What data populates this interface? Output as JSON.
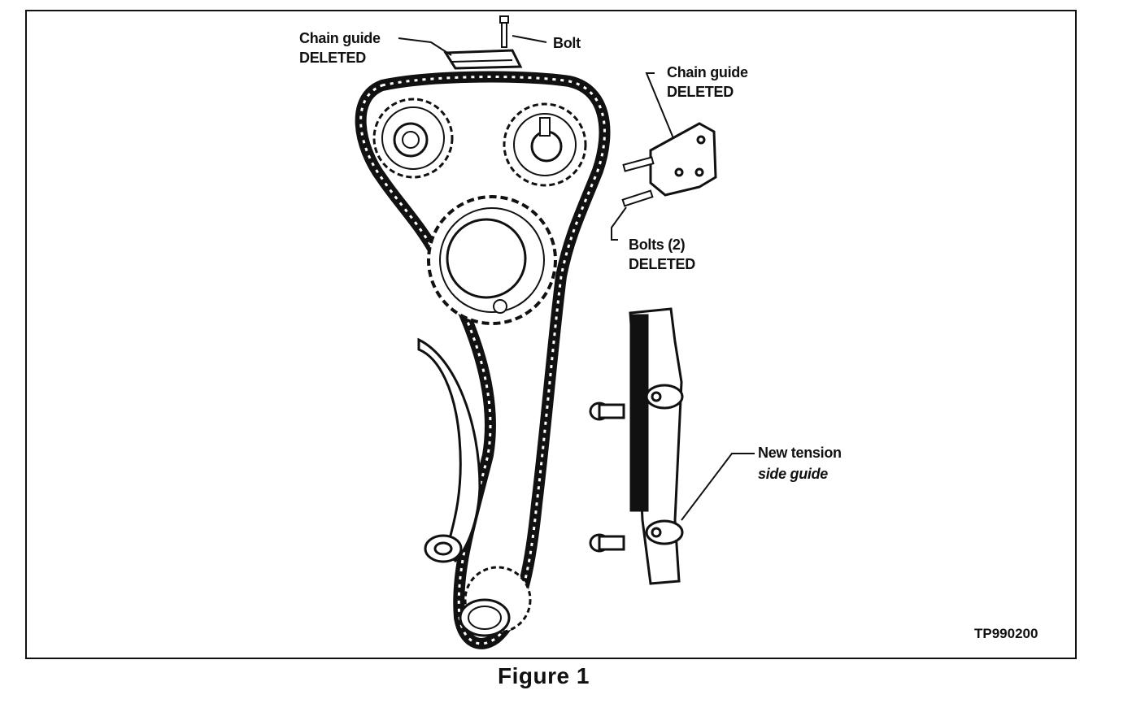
{
  "labels": {
    "chain_guide_top_line1": "Chain guide",
    "chain_guide_top_line2": "DELETED",
    "bolt": "Bolt",
    "chain_guide_right_line1": "Chain guide",
    "chain_guide_right_line2": "DELETED",
    "bolts_line1": "Bolts (2)",
    "bolts_line2": "DELETED",
    "tension_guide_line1": "New tension",
    "tension_guide_line2": "side guide"
  },
  "figure_id": "TP990200",
  "caption": "Figure 1",
  "icons": [
    "chain-loop",
    "camshaft-sprocket",
    "idler-sprocket",
    "crank-sprocket",
    "slack-guide",
    "tension-guide",
    "bolt"
  ]
}
